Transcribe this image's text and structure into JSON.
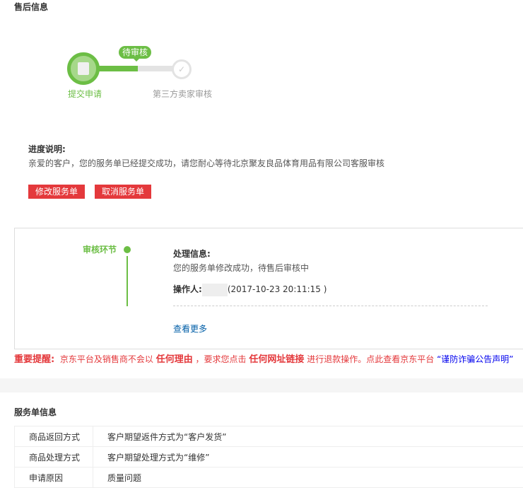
{
  "title": "售后信息",
  "progress": {
    "badge": "待审核",
    "steps": [
      "提交申请",
      "第三方卖家审核"
    ],
    "current": 1
  },
  "desc": {
    "label": "进度说明:",
    "text": "亲爱的客户，您的服务单已经提交成功，请您耐心等待北京聚友良品体育用品有限公司客服审核"
  },
  "buttons": {
    "modify": "修改服务单",
    "cancel": "取消服务单"
  },
  "timeline": {
    "stage": "审核环节",
    "info_label": "处理信息:",
    "info_text": "您的服务单修改成功，待售后审核中",
    "operator_label": "操作人:",
    "time": "(2017-10-23 20:11:15 )",
    "more": "查看更多"
  },
  "warning": {
    "label": "重要提醒:",
    "t1": "京东平台及销售商不会以",
    "b1": "任何理由",
    "t2": "，要求您点击",
    "b2": "任何网址链接",
    "t3": "进行退款操作。点此查看京东平台",
    "link": "“谨防诈骗公告声明”"
  },
  "service": {
    "title": "服务单信息",
    "rows": [
      {
        "k": "商品返回方式",
        "v": "客户期望返件方式为“客户发货”"
      },
      {
        "k": "商品处理方式",
        "v": "客户期望处理方式为“维修”"
      },
      {
        "k": "申请原因",
        "v": "质量问题"
      }
    ]
  },
  "colors": {
    "green": "#6cbe45",
    "red": "#e4393c",
    "link": "#005ea7"
  }
}
